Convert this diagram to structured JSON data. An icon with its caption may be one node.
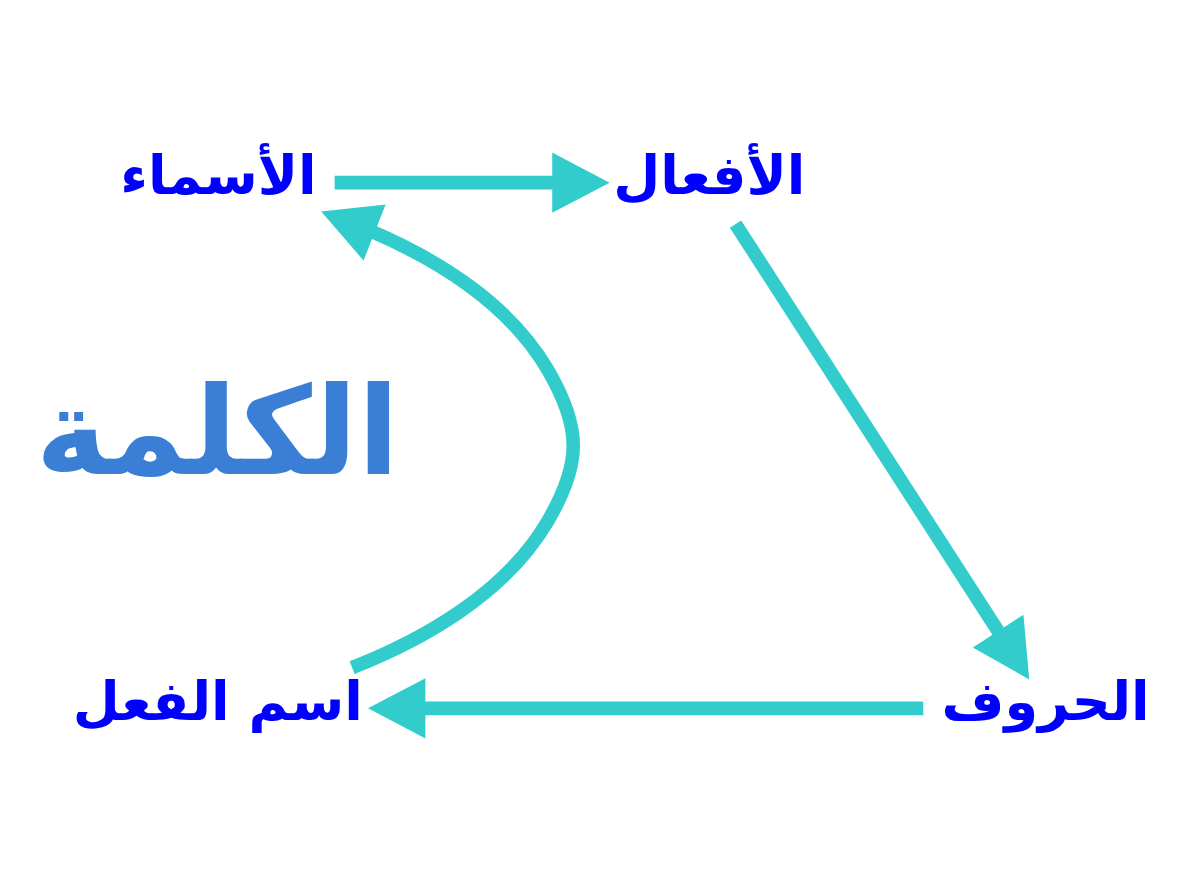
{
  "diagram": {
    "nodes": [
      {
        "text": [
          "الأسماء"
        ]
      },
      {
        "text": [
          "الأفعال"
        ]
      },
      {
        "text": [
          "الحروف"
        ]
      },
      {
        "text": [
          "اسم الفعل"
        ]
      },
      {
        "text": [
          "الكلمة"
        ]
      }
    ],
    "edges": [
      {
        "from": 0,
        "to": 1,
        "arrow": "to"
      },
      {
        "from": 1,
        "to": 2,
        "arrow": "to"
      },
      {
        "from": 2,
        "to": 3,
        "arrow": "to"
      },
      {
        "from": 3,
        "to": 0,
        "arrow": "to"
      }
    ]
  }
}
